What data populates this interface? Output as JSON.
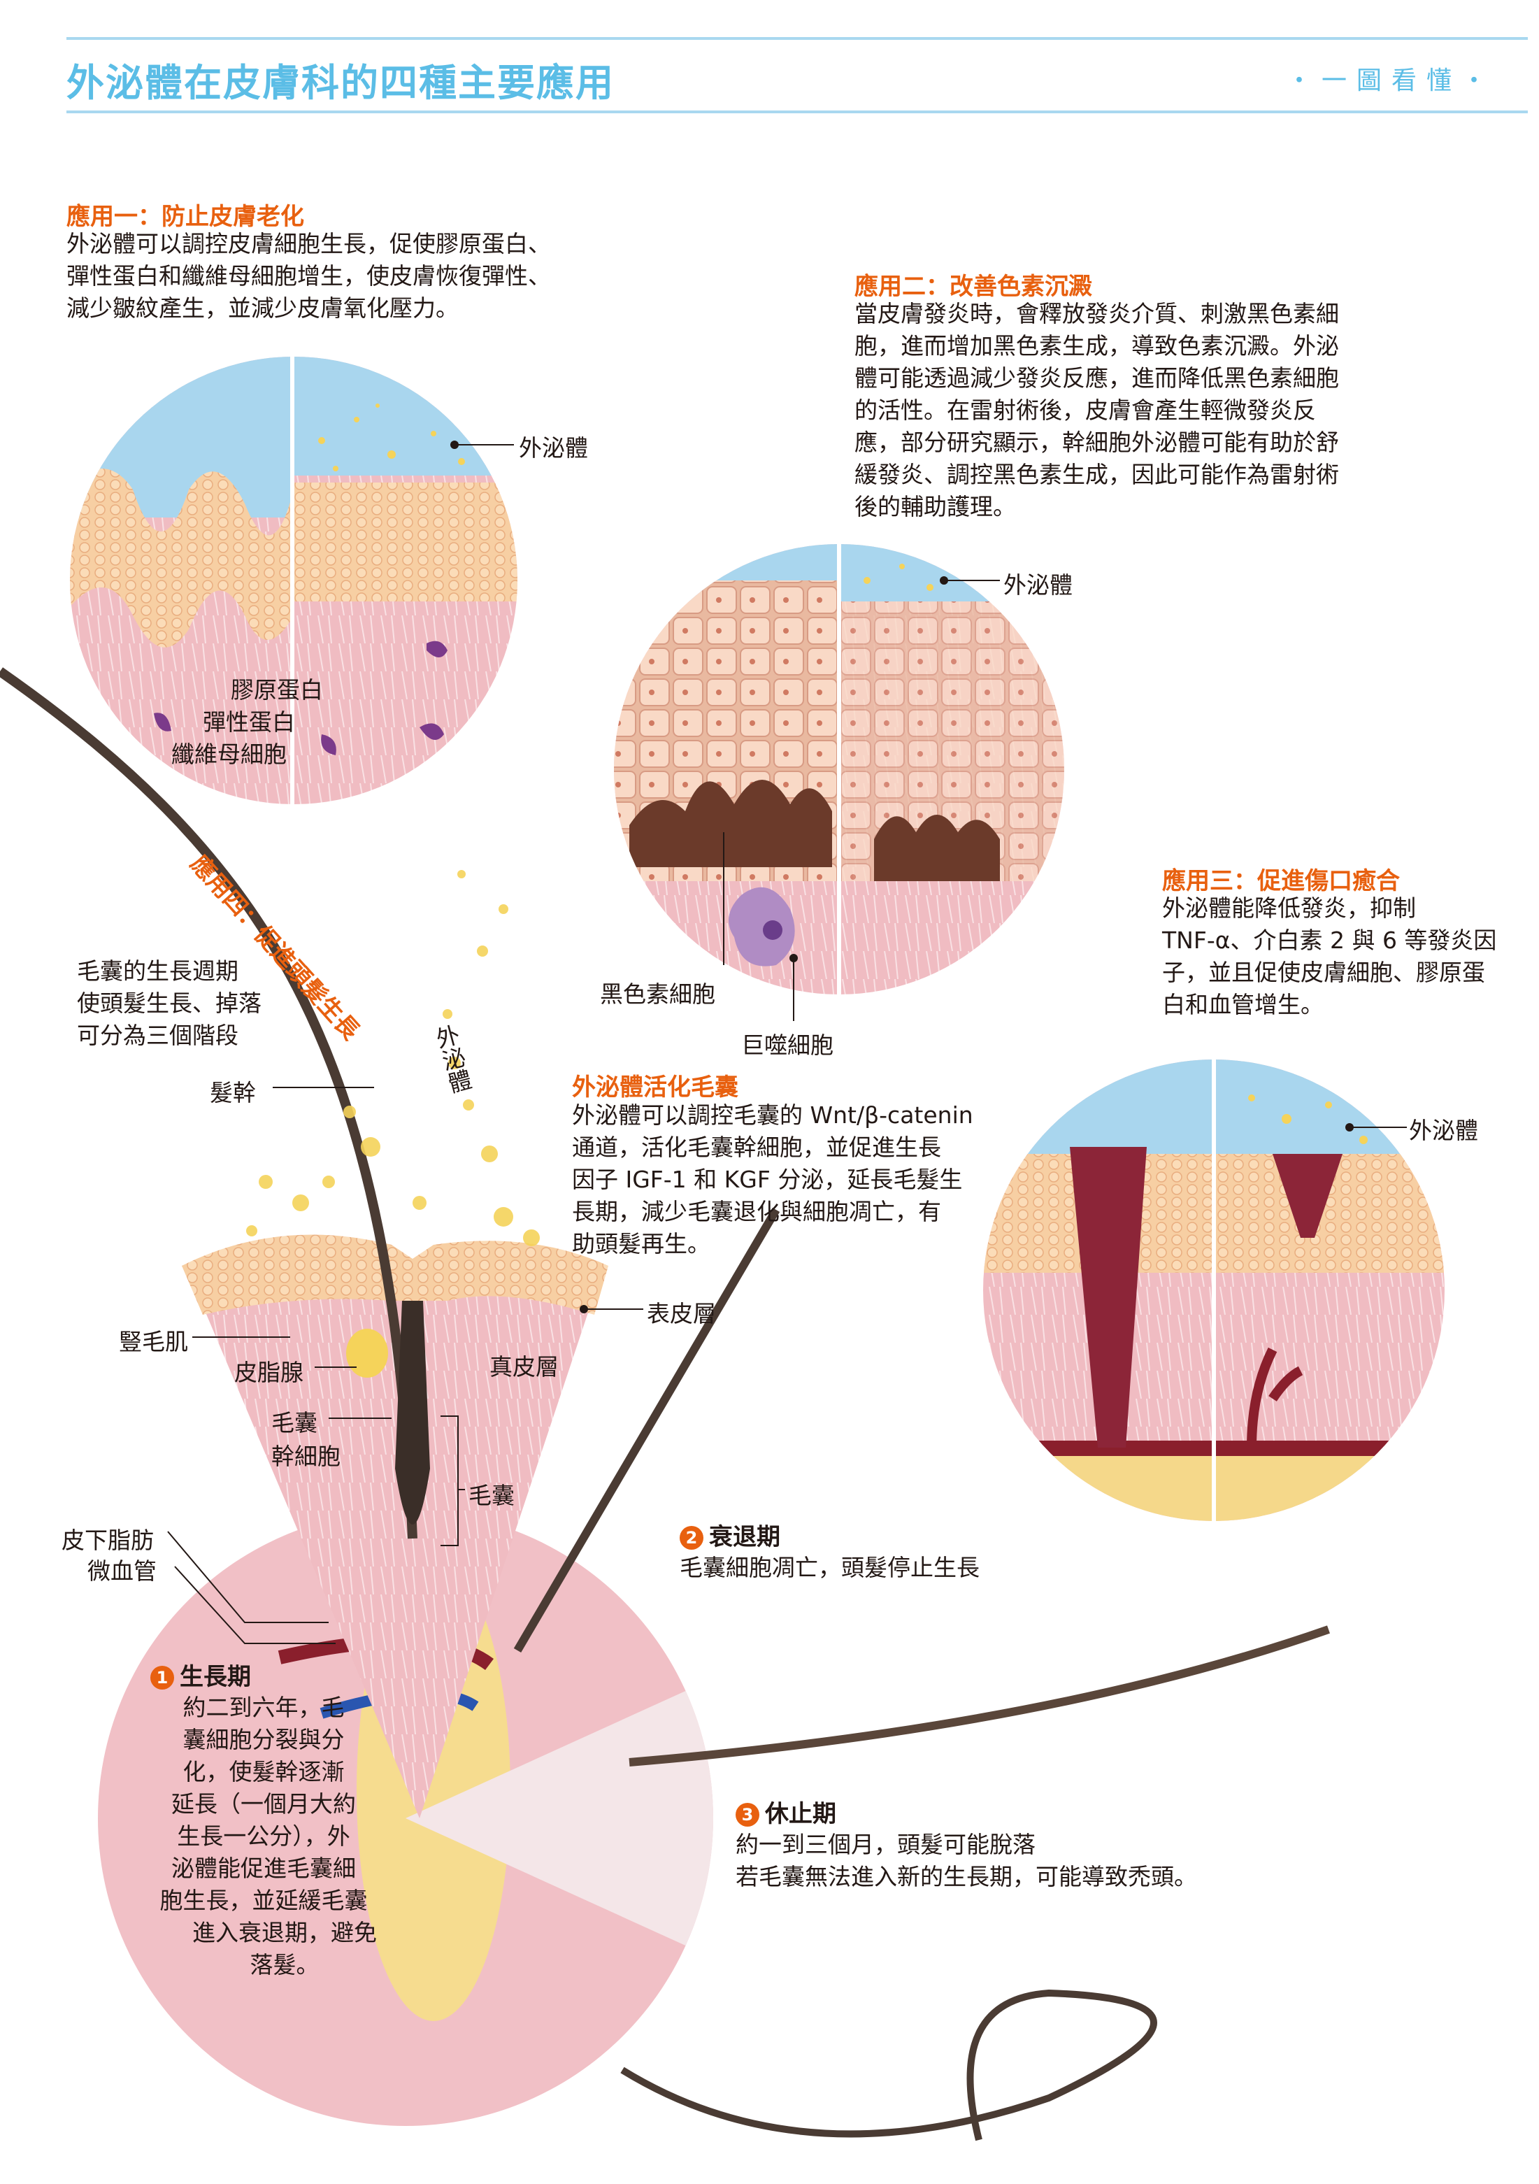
{
  "header": {
    "title": "外泌體在皮膚科的四種主要應用",
    "tag": "・一圖看懂・"
  },
  "colors": {
    "accent_blue": "#5bbde6",
    "heading_orange": "#e8600f",
    "skin_pink": "#f2c3c8",
    "epidermis": "#f5c89a",
    "exosome_yellow": "#f5d35a"
  },
  "app1": {
    "title": "應用一：防止皮膚老化",
    "lines": [
      "外泌體可以調控皮膚細胞生長，促使膠原蛋白、",
      "彈性蛋白和纖維母細胞增生，使皮膚恢復彈性、",
      "減少皺紋產生，並減少皮膚氧化壓力。"
    ],
    "labels": {
      "exosome": "外泌體",
      "collagen": "膠原蛋白",
      "elastin": "彈性蛋白",
      "fibroblast": "纖維母細胞"
    }
  },
  "app2": {
    "title": "應用二：改善色素沉澱",
    "lines": [
      "當皮膚發炎時，會釋放發炎介質、刺激黑色素細",
      "胞，進而增加黑色素生成，導致色素沉澱。外泌",
      "體可能透過減少發炎反應，進而降低黑色素細胞",
      "的活性。在雷射術後，皮膚會產生輕微發炎反",
      "應，部分研究顯示，幹細胞外泌體可能有助於舒",
      "緩發炎、調控黑色素生成，因此可能作為雷射術",
      "後的輔助護理。"
    ],
    "labels": {
      "exosome": "外泌體",
      "melanocyte": "黑色素細胞",
      "macrophage": "巨噬細胞"
    }
  },
  "app3": {
    "title": "應用三：促進傷口癒合",
    "lines": [
      "外泌體能降低發炎，抑制",
      "TNF-α、介白素 2 與 6 等發炎因",
      "子，並且促使皮膚細胞、膠原蛋",
      "白和血管增生。"
    ],
    "labels": {
      "exosome": "外泌體"
    }
  },
  "app4": {
    "title": "應用四：促進頭髮生長",
    "cycle_intro": [
      "毛囊的生長週期",
      "使頭髮生長、掉落",
      "可分為三個階段"
    ],
    "labels": {
      "hair_shaft": "髮幹",
      "exosome": "外泌體",
      "epidermis": "表皮層",
      "arrector": "豎毛肌",
      "sebaceous": "皮脂腺",
      "dermis": "真皮層",
      "stem_cell_1": "毛囊",
      "stem_cell_2": "幹細胞",
      "follicle": "毛囊",
      "fat": "皮下脂肪",
      "capillary": "微血管"
    },
    "activate": {
      "title": "外泌體活化毛囊",
      "lines": [
        "外泌體可以調控毛囊的 Wnt/β-catenin",
        "通道，活化毛囊幹細胞，並促進生長",
        "因子 IGF-1 和 KGF 分泌，延長毛髮生",
        "長期，減少毛囊退化與細胞凋亡，有",
        "助頭髮再生。"
      ]
    },
    "phases": [
      {
        "num": "1",
        "title": "生長期",
        "lines": [
          "約二到六年，毛",
          "囊細胞分裂與分",
          "化，使髮幹逐漸",
          "延長（一個月大約",
          "生長一公分），外",
          "泌體能促進毛囊細",
          "胞生長，並延緩毛囊",
          "進入衰退期，避免",
          "落髮。"
        ]
      },
      {
        "num": "2",
        "title": "衰退期",
        "lines": [
          "毛囊細胞凋亡，頭髮停止生長"
        ]
      },
      {
        "num": "3",
        "title": "休止期",
        "lines": [
          "約一到三個月，頭髮可能脫落",
          "若毛囊無法進入新的生長期，可能導致禿頭。"
        ]
      }
    ]
  }
}
